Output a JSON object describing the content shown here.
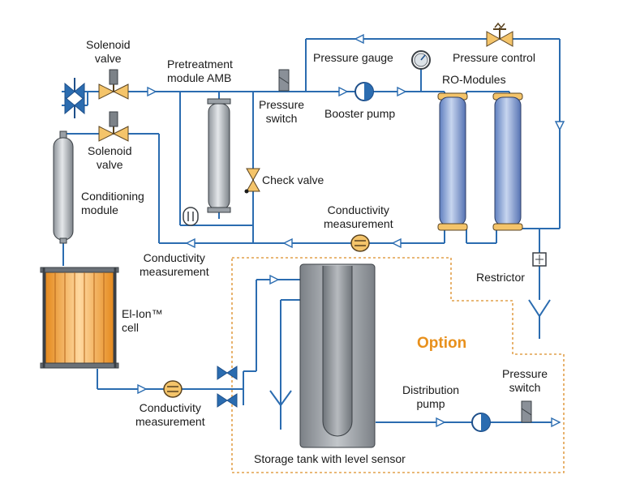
{
  "colors": {
    "pipe": "#2b6cb0",
    "option_border": "#e2a04a",
    "option_text": "#e8901c",
    "vessel": "#c9cdd2",
    "ro_module": "#8fa9d6",
    "cell": "#f0a640",
    "tank": "#9ea3a8"
  },
  "labels": {
    "solenoid_valve_top": [
      "Solenoid",
      "valve"
    ],
    "pretreatment": [
      "Pretreatment",
      "module AMB"
    ],
    "pressure_gauge": "Pressure gauge",
    "pressure_control": "Pressure control",
    "pressure_switch_top": [
      "Pressure",
      "switch"
    ],
    "booster_pump": "Booster pump",
    "ro_modules": "RO-Modules",
    "solenoid_valve_bottom": [
      "Solenoid",
      "valve"
    ],
    "check_valve": "Check valve",
    "conditioning": [
      "Conditioning",
      "module"
    ],
    "conductivity_mid": [
      "Conductivity",
      "measurement"
    ],
    "conductivity_left": [
      "Conductivity",
      "measurement"
    ],
    "restrictor": "Restrictor",
    "elion_cell": [
      "El-Ion™",
      "cell"
    ],
    "option": "Option",
    "distribution_pump": [
      "Distribution",
      "pump"
    ],
    "pressure_switch_right": [
      "Pressure",
      "switch"
    ],
    "conductivity_bottom": [
      "Conductivity",
      "measurement"
    ],
    "storage_tank": "Storage tank with level sensor"
  }
}
